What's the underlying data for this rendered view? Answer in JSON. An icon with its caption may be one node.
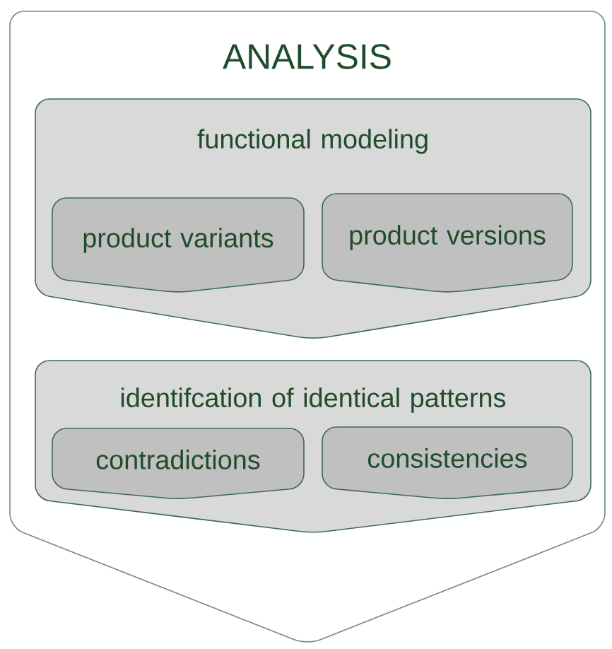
{
  "diagram": {
    "nodes": [
      {
        "text": [
          "ANALYSIS"
        ]
      },
      {
        "text": [
          "functional modeling"
        ],
        "in": 0
      },
      {
        "text": [
          "product variants"
        ],
        "in": 1
      },
      {
        "text": [
          "product versions"
        ],
        "in": 1
      },
      {
        "text": [
          "identifcation of identical patterns"
        ],
        "in": 0
      },
      {
        "text": [
          "contradictions"
        ],
        "in": 4
      },
      {
        "text": [
          "consistencies"
        ],
        "in": 4
      }
    ]
  }
}
